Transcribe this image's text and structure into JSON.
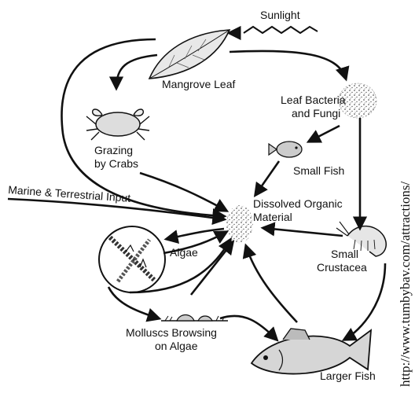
{
  "nodes": {
    "sunlight": "Sunlight",
    "mangrove_leaf": "Mangrove Leaf",
    "leaf_bacteria_1": "Leaf Bacteria",
    "leaf_bacteria_2": "and Fungi",
    "grazing_1": "Grazing",
    "grazing_2": "by Crabs",
    "small_fish": "Small Fish",
    "marine_input": "Marine & Terrestrial Input",
    "dom_1": "Dissolved Organic",
    "dom_2": "Material",
    "algae": "Algae",
    "small_crustacea_1": "Small",
    "small_crustacea_2": "Crustacea",
    "molluscs_1": "Molluscs Browsing",
    "molluscs_2": "on Algae",
    "larger_fish": "Larger Fish"
  },
  "source_url": "http://www.tumbybav.com/attractions/"
}
